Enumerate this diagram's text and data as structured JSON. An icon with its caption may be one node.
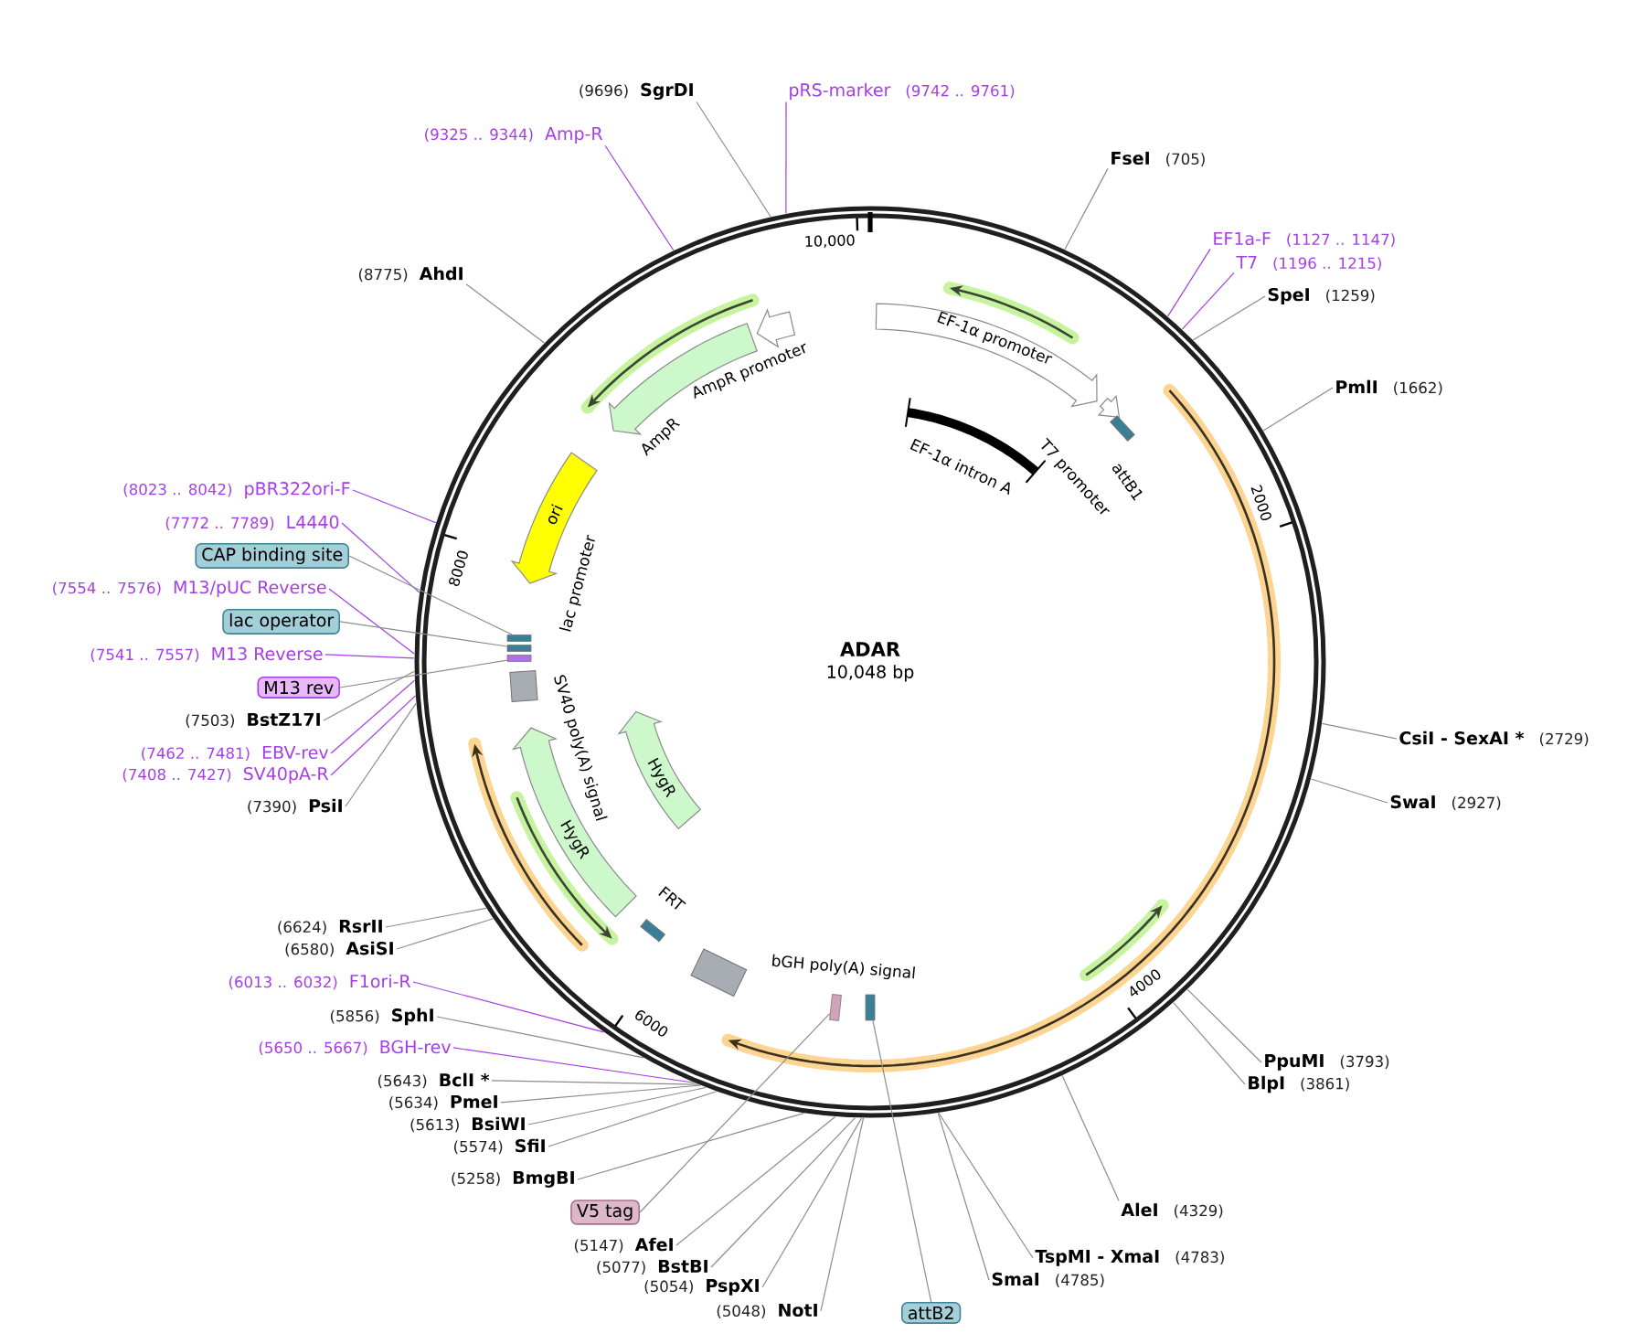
{
  "diagram": {
    "nodes": [
      {
        "text": [
          "ADAR",
          "10,048 bp"
        ]
      },
      {
        "text": [
          "(9696)",
          "SgrDI"
        ]
      },
      {
        "text": [
          "pRS-marker",
          "(9742 .. 9761)"
        ]
      },
      {
        "text": [
          "(9325 .. 9344)",
          "Amp-R"
        ]
      },
      {
        "text": [
          "FseI",
          "(705)"
        ]
      },
      {
        "text": [
          "EF1a-F",
          "(1127 .. 1147)"
        ]
      },
      {
        "text": [
          "T7",
          "(1196 .. 1215)"
        ]
      },
      {
        "text": [
          "SpeI",
          "(1259)"
        ]
      },
      {
        "text": [
          "(8775)",
          "AhdI"
        ]
      },
      {
        "text": [
          "PmlI",
          "(1662)"
        ]
      },
      {
        "text": [
          "(8023 .. 8042)",
          "pBR322ori-F"
        ]
      },
      {
        "text": [
          "(7772 .. 7789)",
          "L4440"
        ]
      },
      {
        "text": [
          "CAP binding site"
        ]
      },
      {
        "text": [
          "(7554 .. 7576)",
          "M13/pUC Reverse"
        ]
      },
      {
        "text": [
          "lac operator"
        ]
      },
      {
        "text": [
          "(7541 .. 7557)",
          "M13 Reverse"
        ]
      },
      {
        "text": [
          "M13 rev"
        ]
      },
      {
        "text": [
          "(7503)",
          "BstZ17I"
        ]
      },
      {
        "text": [
          "CsiI - SexAI *",
          "(2729)"
        ]
      },
      {
        "text": [
          "(7462 .. 7481)",
          "EBV-rev"
        ]
      },
      {
        "text": [
          "(7408 .. 7427)",
          "SV40pA-R"
        ]
      },
      {
        "text": [
          "SwaI",
          "(2927)"
        ]
      },
      {
        "text": [
          "(7390)",
          "PsiI"
        ]
      },
      {
        "text": [
          "(6624)",
          "RsrII"
        ]
      },
      {
        "text": [
          "(6580)",
          "AsiSI"
        ]
      },
      {
        "text": [
          "(6013 .. 6032)",
          "F1ori-R"
        ]
      },
      {
        "text": [
          "(5856)",
          "SphI"
        ]
      },
      {
        "text": [
          "(5650 .. 5667)",
          "BGH-rev"
        ]
      },
      {
        "text": [
          "PpuMI",
          "(3793)"
        ]
      },
      {
        "text": [
          "(5643)",
          "BclI *"
        ]
      },
      {
        "text": [
          "BlpI",
          "(3861)"
        ]
      },
      {
        "text": [
          "(5634)",
          "PmeI"
        ]
      },
      {
        "text": [
          "(5613)",
          "BsiWI"
        ]
      },
      {
        "text": [
          "(5574)",
          "SfiI"
        ]
      },
      {
        "text": [
          "(5258)",
          "BmgBI"
        ]
      },
      {
        "text": [
          "AleI",
          "(4329)"
        ]
      },
      {
        "text": [
          "V5 tag"
        ]
      },
      {
        "text": [
          "(5147)",
          "AfeI"
        ]
      },
      {
        "text": [
          "TspMI - XmaI",
          "(4783)"
        ]
      },
      {
        "text": [
          "(5077)",
          "BstBI"
        ]
      },
      {
        "text": [
          "SmaI",
          "(4785)"
        ]
      },
      {
        "text": [
          "(5054)",
          "PspXI"
        ]
      },
      {
        "text": [
          "(5048)",
          "NotI"
        ]
      },
      {
        "text": [
          "attB2"
        ]
      },
      {
        "text": [
          "EF-1α promoter"
        ],
        "in": 0
      },
      {
        "text": [
          "AmpR promoter"
        ],
        "in": 0
      },
      {
        "text": [
          "AmpR"
        ],
        "in": 0
      },
      {
        "text": [
          "T7 promoter"
        ],
        "in": 0
      },
      {
        "text": [
          "attB1"
        ],
        "in": 0
      },
      {
        "text": [
          "EF-1α intron A"
        ],
        "in": 0
      },
      {
        "text": [
          "ori"
        ],
        "in": 0
      },
      {
        "text": [
          "lac promoter"
        ],
        "in": 0
      },
      {
        "text": [
          "SV40 poly(A) signal"
        ],
        "in": 0
      },
      {
        "text": [
          "HygR"
        ],
        "in": 0
      },
      {
        "text": [
          "HygR"
        ],
        "in": 0
      },
      {
        "text": [
          "FRT"
        ],
        "in": 0
      },
      {
        "text": [
          "bGH poly(A) signal"
        ],
        "in": 0
      },
      {
        "text": [],
        "shape": "box",
        "in": 0
      },
      {
        "text": [],
        "shape": "box",
        "in": 0
      },
      {
        "text": [],
        "shape": "box",
        "in": 0
      },
      {
        "text": [],
        "shape": "box",
        "in": 0
      },
      {
        "text": [],
        "shape": "box",
        "in": 0
      }
    ],
    "edges": [
      {
        "from": 1,
        "to": 0,
        "arrow": "none"
      },
      {
        "from": 2,
        "to": 0,
        "arrow": "none",
        "color": "#a43fe8"
      },
      {
        "from": 3,
        "to": 0,
        "arrow": "none",
        "color": "#a43fe8"
      },
      {
        "from": 4,
        "to": 0,
        "arrow": "none"
      },
      {
        "from": 5,
        "to": 0,
        "arrow": "none",
        "color": "#a43fe8"
      },
      {
        "from": 6,
        "to": 0,
        "arrow": "none",
        "color": "#a43fe8"
      },
      {
        "from": 7,
        "to": 0,
        "arrow": "none"
      },
      {
        "from": 8,
        "to": 0,
        "arrow": "none"
      },
      {
        "from": 9,
        "to": 0,
        "arrow": "none"
      },
      {
        "from": 10,
        "to": 0,
        "arrow": "none",
        "color": "#a43fe8"
      },
      {
        "from": 11,
        "to": 0,
        "arrow": "none",
        "color": "#a43fe8"
      },
      {
        "from": 12,
        "to": 57,
        "arrow": "none"
      },
      {
        "from": 13,
        "to": 0,
        "arrow": "none",
        "color": "#a43fe8"
      },
      {
        "from": 14,
        "to": 58,
        "arrow": "none"
      },
      {
        "from": 15,
        "to": 0,
        "arrow": "none",
        "color": "#a43fe8"
      },
      {
        "from": 16,
        "to": 59,
        "arrow": "none"
      },
      {
        "from": 17,
        "to": 0,
        "arrow": "none"
      },
      {
        "from": 18,
        "to": 0,
        "arrow": "none"
      },
      {
        "from": 19,
        "to": 0,
        "arrow": "none",
        "color": "#a43fe8"
      },
      {
        "from": 20,
        "to": 0,
        "arrow": "none",
        "color": "#a43fe8"
      },
      {
        "from": 21,
        "to": 0,
        "arrow": "none"
      },
      {
        "from": 22,
        "to": 0,
        "arrow": "none"
      },
      {
        "from": 23,
        "to": 0,
        "arrow": "none"
      },
      {
        "from": 24,
        "to": 0,
        "arrow": "none"
      },
      {
        "from": 25,
        "to": 0,
        "arrow": "none",
        "color": "#a43fe8"
      },
      {
        "from": 26,
        "to": 0,
        "arrow": "none"
      },
      {
        "from": 27,
        "to": 0,
        "arrow": "none",
        "color": "#a43fe8"
      },
      {
        "from": 28,
        "to": 0,
        "arrow": "none"
      },
      {
        "from": 29,
        "to": 0,
        "arrow": "none"
      },
      {
        "from": 30,
        "to": 0,
        "arrow": "none"
      },
      {
        "from": 31,
        "to": 0,
        "arrow": "none"
      },
      {
        "from": 32,
        "to": 0,
        "arrow": "none"
      },
      {
        "from": 33,
        "to": 0,
        "arrow": "none"
      },
      {
        "from": 34,
        "to": 0,
        "arrow": "none"
      },
      {
        "from": 35,
        "to": 0,
        "arrow": "none"
      },
      {
        "from": 36,
        "to": 60,
        "arrow": "none"
      },
      {
        "from": 37,
        "to": 0,
        "arrow": "none"
      },
      {
        "from": 38,
        "to": 0,
        "arrow": "none"
      },
      {
        "from": 39,
        "to": 0,
        "arrow": "none"
      },
      {
        "from": 40,
        "to": 0,
        "arrow": "none"
      },
      {
        "from": 41,
        "to": 0,
        "arrow": "none"
      },
      {
        "from": 42,
        "to": 0,
        "arrow": "none"
      },
      {
        "from": 43,
        "to": 61,
        "arrow": "none"
      }
    ],
    "labels": [
      "10,000",
      "2000",
      "8000",
      "4000",
      "6000"
    ]
  }
}
